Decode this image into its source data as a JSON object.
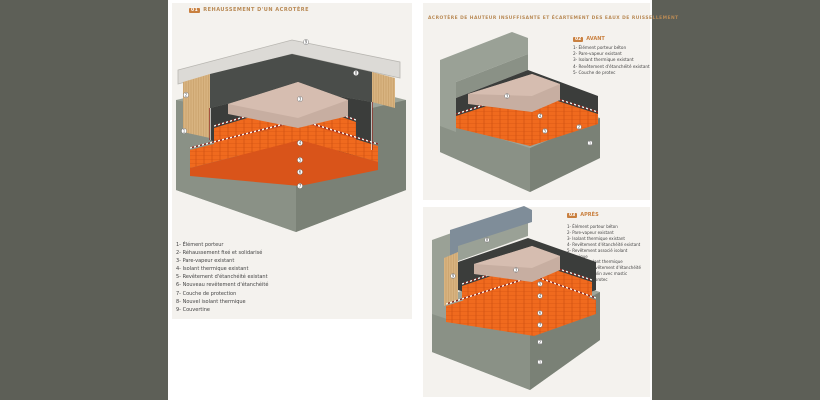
{
  "panel1": {
    "badge": "01",
    "title": "REHAUSSEMENT D'UN ACROTÈRE",
    "legend": [
      "1- Élément porteur",
      "2- Réhaussement fixé et solidarisé",
      "3- Pare-vapeur existant",
      "4- Isolant thermique existant",
      "5- Revêtement d'étanchéité existant",
      "6- Nouveau revêtement d'étanchéité",
      "7- Couche de protection",
      "8- Nouvel isolant thermique",
      "9- Couvertine"
    ],
    "callouts": [
      "1",
      "2",
      "3",
      "4",
      "5",
      "6",
      "7",
      "8",
      "9"
    ]
  },
  "panel2": {
    "title": "ACROTÈRE DE HAUTEUR INSUFFISANTE ET ÉCARTEMENT DES EAUX DE RUISSELLEMENT",
    "badge": "02",
    "subtitle": "AVANT",
    "legend": [
      "1- Élément porteur béton",
      "2- Pare-vapeur existant",
      "3- Isolant thermique existant",
      "4- Revêtement d'étanchéité existant",
      "5- Couche de protec"
    ],
    "callouts": [
      "1",
      "2",
      "3",
      "4",
      "5"
    ]
  },
  "panel3": {
    "badge": "03",
    "subtitle": "APRÈS",
    "legend": [
      "1- Élément porteur béton",
      "2- Pare-vapeur existant",
      "3- Isolant thermique existant",
      "4- Revêtement d'étanchéité existant",
      "5- Revêtement associé isolant",
      "   thermique",
      "6- Nouvel isolant thermique",
      "7- Nouveau revêtement d'étanchéité",
      "8- Bande de solin avec mastic",
      "9- Couche de protec"
    ],
    "callouts": [
      "1",
      "2",
      "3",
      "4",
      "5",
      "6",
      "7",
      "8",
      "9"
    ]
  }
}
